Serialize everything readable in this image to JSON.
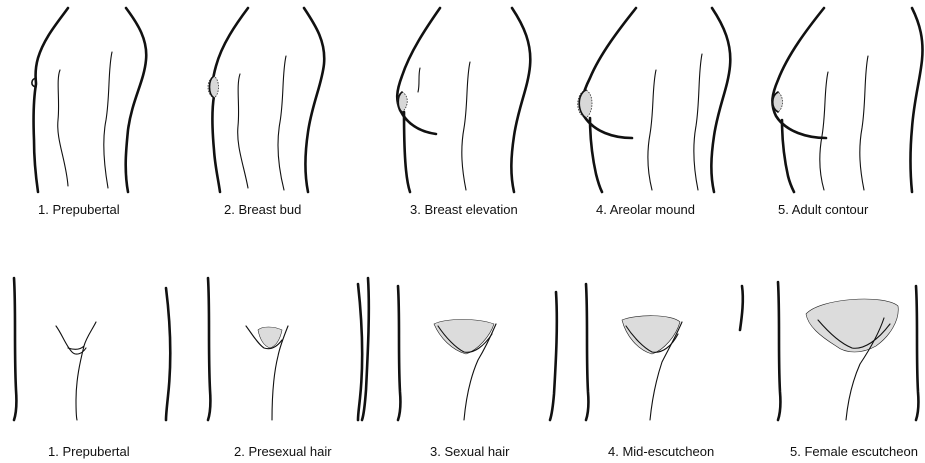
{
  "breast_row": {
    "stages": [
      {
        "label": "1.  Prepubertal"
      },
      {
        "label": "2.  Breast bud"
      },
      {
        "label": "3.  Breast elevation"
      },
      {
        "label": "4.  Areolar mound"
      },
      {
        "label": "5.  Adult contour"
      }
    ]
  },
  "pubic_row": {
    "stages": [
      {
        "label": "1.  Prepubertal"
      },
      {
        "label": "2.  Presexual hair"
      },
      {
        "label": "3.  Sexual hair"
      },
      {
        "label": "4.  Mid-escutcheon"
      },
      {
        "label": "5.  Female escutcheon"
      }
    ]
  }
}
